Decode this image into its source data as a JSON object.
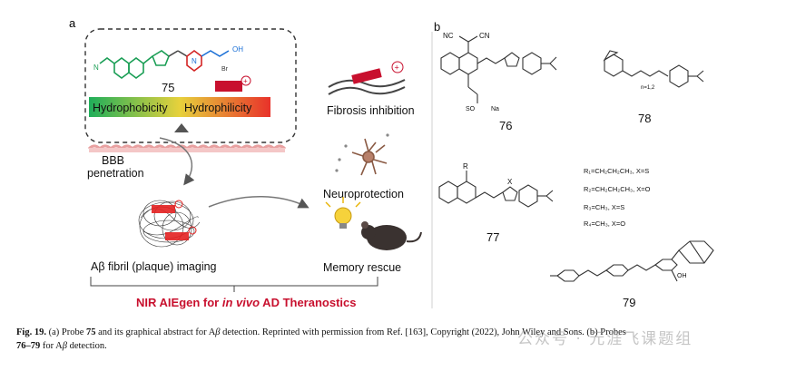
{
  "panel_a": {
    "label": "a",
    "probe_number": "75",
    "probe_bromide": "Br",
    "probe_oh": "OH",
    "hydrophobicity": "Hydrophobicity",
    "hydrophilicity": "Hydrophilicity",
    "bbb_line1": "BBB",
    "bbb_line2": "penetration",
    "fibril_label": "Aβ fibril (plaque) imaging",
    "fibrosis_label": "Fibrosis inhibition",
    "neuroprotection_label": "Neuroprotection",
    "memory_label": "Memory rescue",
    "theranostics_pre": "NIR AIEgen for ",
    "theranostics_italic": "in vivo",
    "theranostics_post": " AD Theranostics",
    "colors": {
      "accent_red": "#c8102e",
      "gradient_start": "#1fae5a",
      "gradient_end": "#e8322a"
    }
  },
  "panel_b": {
    "label": "b",
    "numbers": [
      "76",
      "77",
      "78",
      "79"
    ],
    "nc_left": "NC",
    "nc_right": "CN",
    "so3": "SO",
    "na": "Na",
    "n_eq": "n=1,2",
    "r_label": "R",
    "x_label": "X",
    "substituents": [
      "R₁=CH₂CH₂CH₃, X=S",
      "R₂=CH₂CH₂CH₃, X=O",
      "R₃=CH₃, X=S",
      "R₄=CH₃, X=O"
    ]
  },
  "caption": {
    "fig": "Fig. 19.",
    "t1": " (a) Probe ",
    "b1": "75",
    "t2": " and its graphical abstract for A",
    "i1": "β",
    "t3": " detection. Reprinted with permission from Ref. [163], Copyright (2022), John Wiley and Sons. (b) Probes",
    "b2": "76–79",
    "t4": " for A",
    "i2": "β",
    "t5": " detection."
  },
  "watermark": "公众号 · 元涯飞课题组"
}
